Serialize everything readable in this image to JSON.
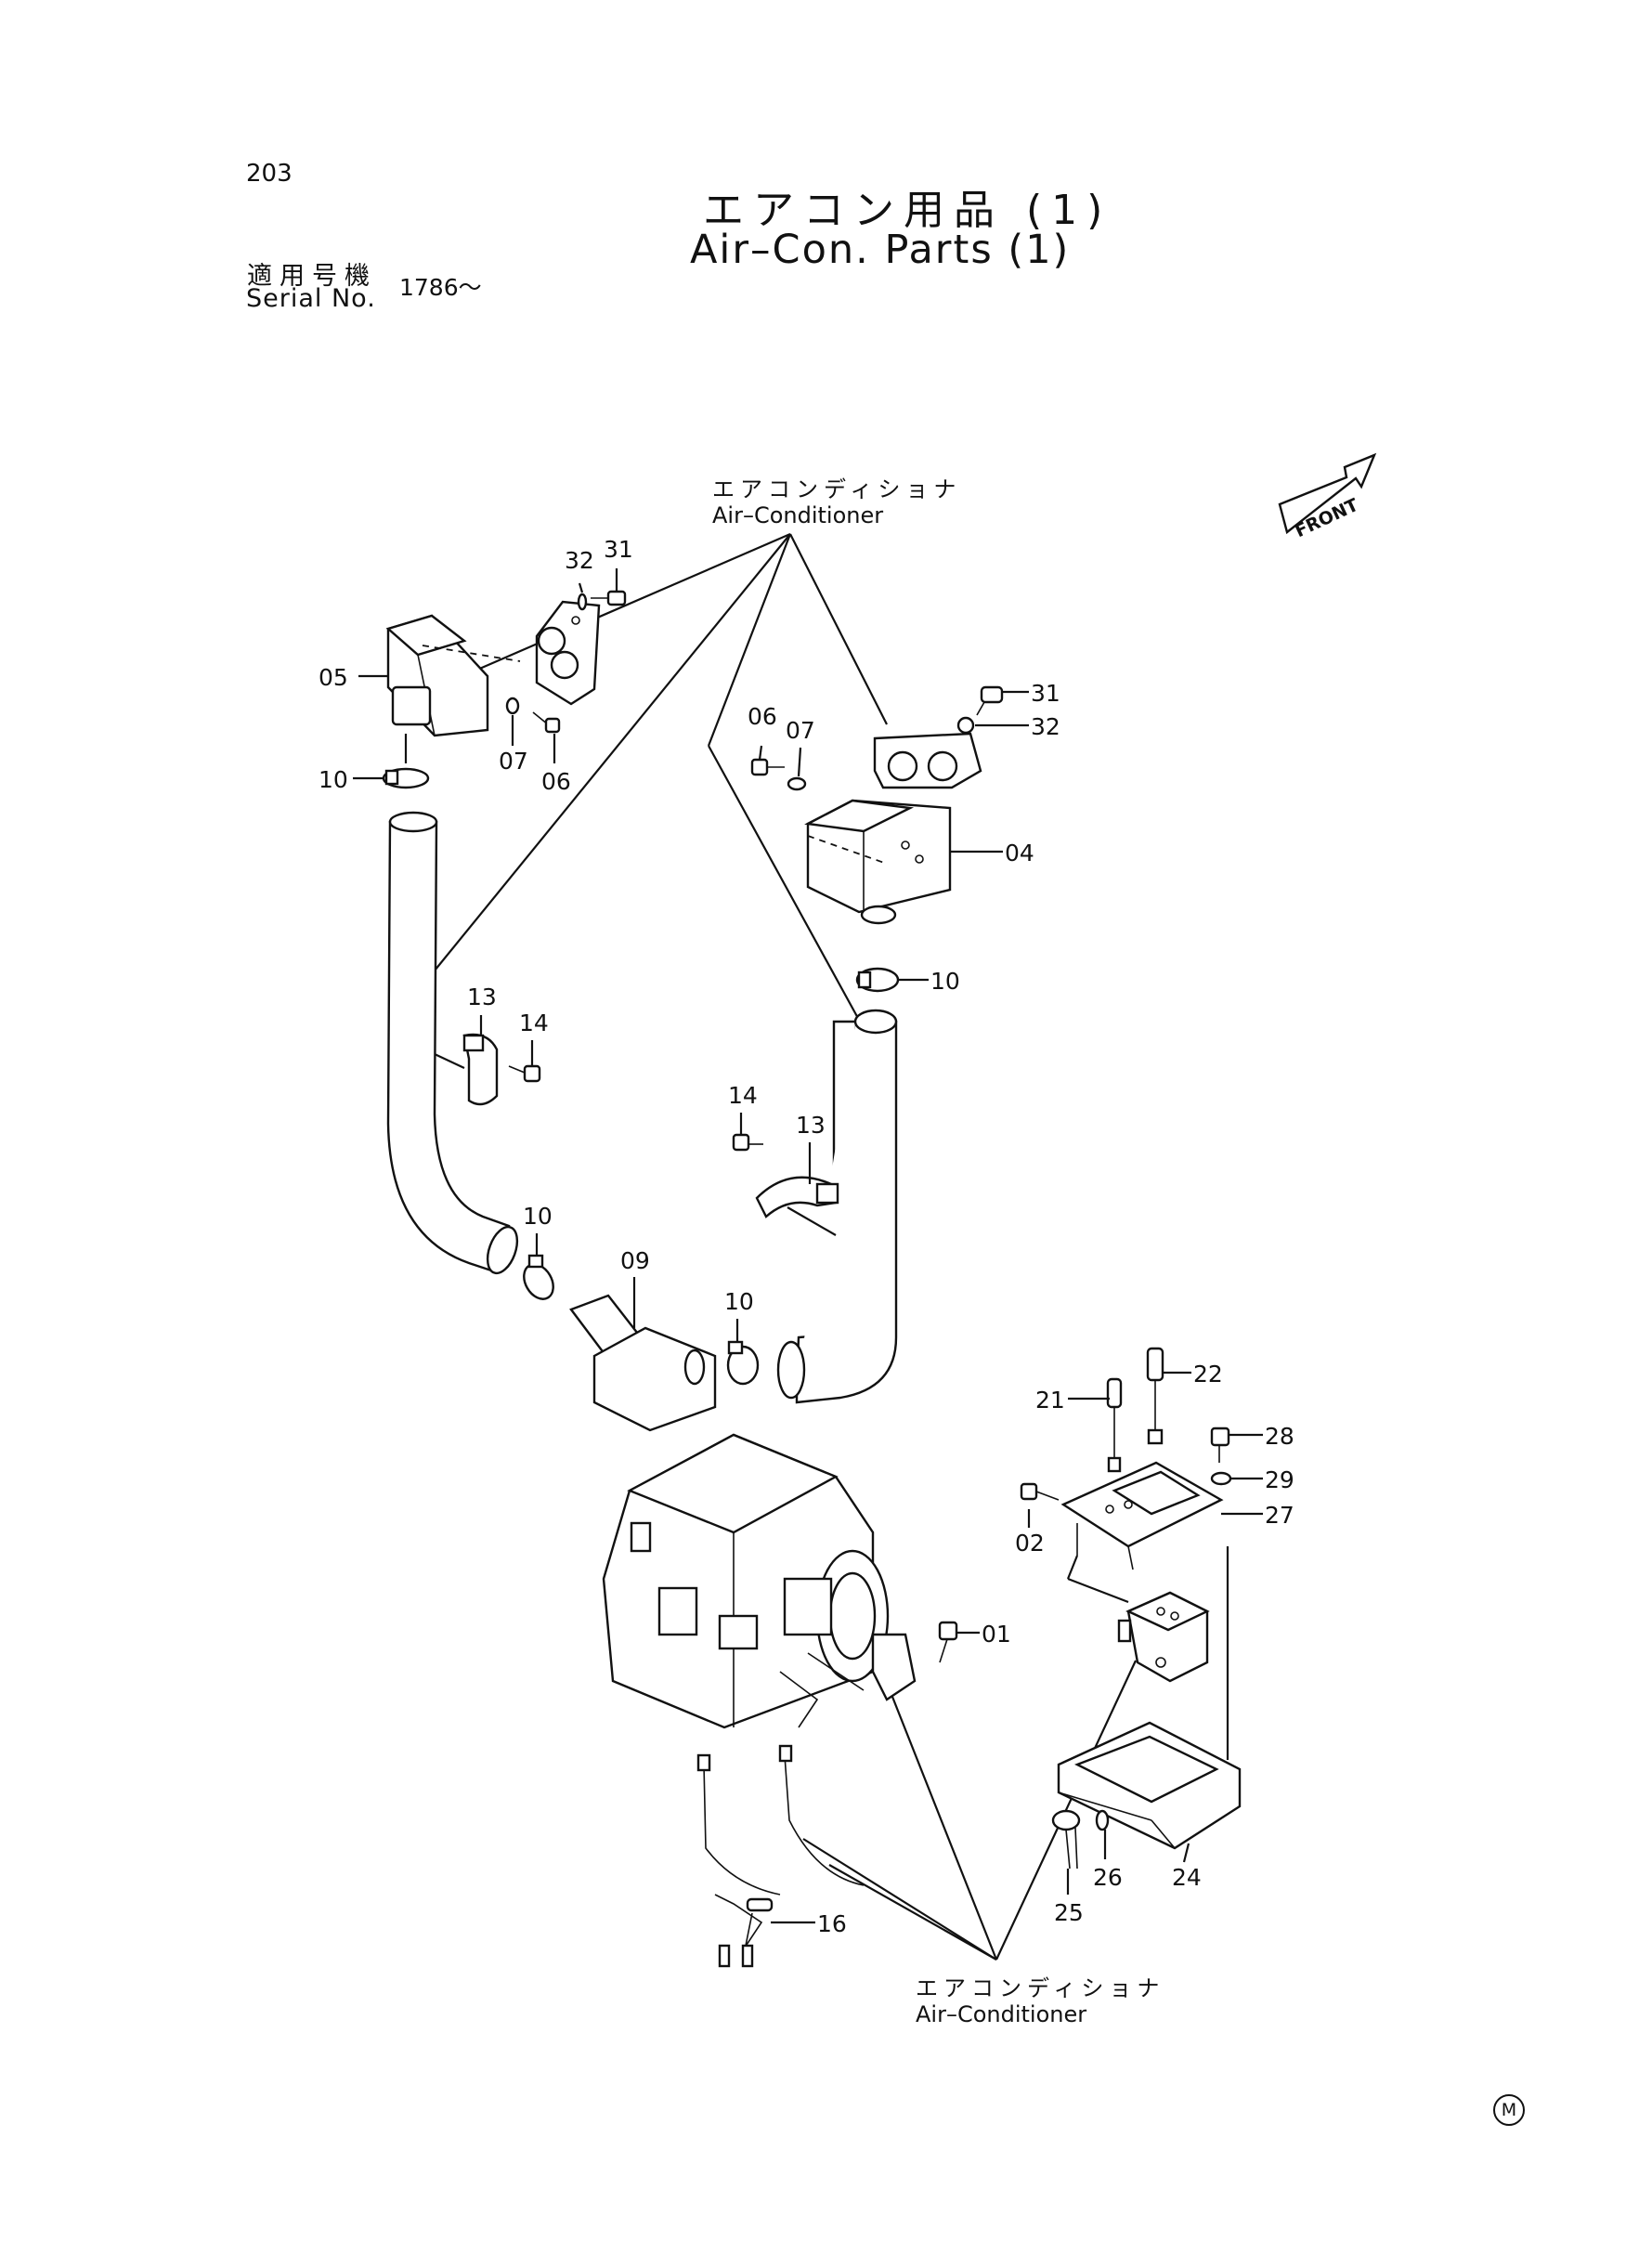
{
  "header": {
    "page_number": "203",
    "title_jp": "エアコン用品 (1)",
    "title_en": "Air–Con. Parts (1)",
    "serial_label_jp": "適用号機",
    "serial_label_en": "Serial No.",
    "serial_value": "1786～"
  },
  "groups": {
    "top_label_jp": "エアコンディショナ",
    "top_label_en": "Air–Conditioner",
    "bottom_label_jp": "エアコンディショナ",
    "bottom_label_en": "Air–Conditioner"
  },
  "front_arrow_label": "FRONT",
  "corner_mark": "M",
  "callouts": {
    "c01": "01",
    "c02": "02",
    "c04": "04",
    "c05": "05",
    "c06a": "06",
    "c06b": "06",
    "c07a": "07",
    "c07b": "07",
    "c09": "09",
    "c10a": "10",
    "c10b": "10",
    "c10c": "10",
    "c10d": "10",
    "c13a": "13",
    "c13b": "13",
    "c14a": "14",
    "c14b": "14",
    "c16": "16",
    "c21": "21",
    "c22": "22",
    "c24": "24",
    "c25": "25",
    "c26": "26",
    "c27": "27",
    "c28": "28",
    "c29": "29",
    "c31a": "31",
    "c31b": "31",
    "c32a": "32",
    "c32b": "32"
  }
}
